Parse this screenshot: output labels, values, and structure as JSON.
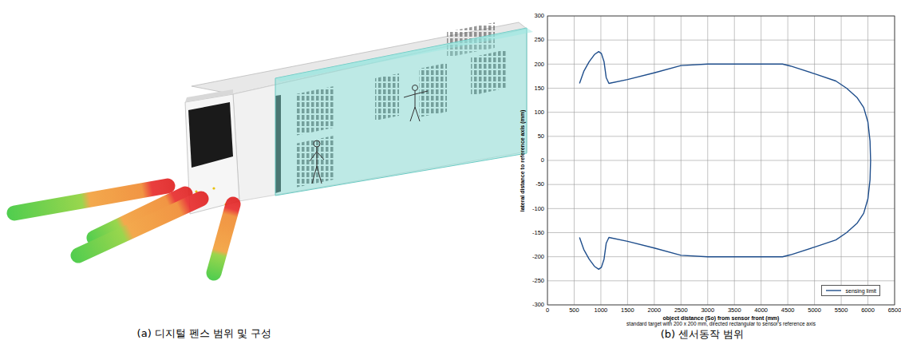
{
  "diagram": {
    "labels": [
      "300",
      "250",
      "200",
      "150",
      "100",
      "50",
      "0",
      "-50",
      "-100",
      "-150",
      "-200",
      "-250",
      "-300",
      "0",
      "500",
      "1000",
      "1500",
      "2000",
      "2500",
      "3000",
      "3500",
      "4000",
      "4500",
      "5000",
      "5500",
      "6000",
      "6500",
      "lateral distance to reference axis (mm)",
      "object distance (So) from sensor front (mm)",
      "standard target with 200 x 200 mm, directed rectangular to sensor's reference axis",
      "(a) 디지털 펜스 범위 및 구성",
      "(b) 센서동작 범위"
    ],
    "legend": [
      {
        "text": "sensing limit"
      }
    ]
  }
}
